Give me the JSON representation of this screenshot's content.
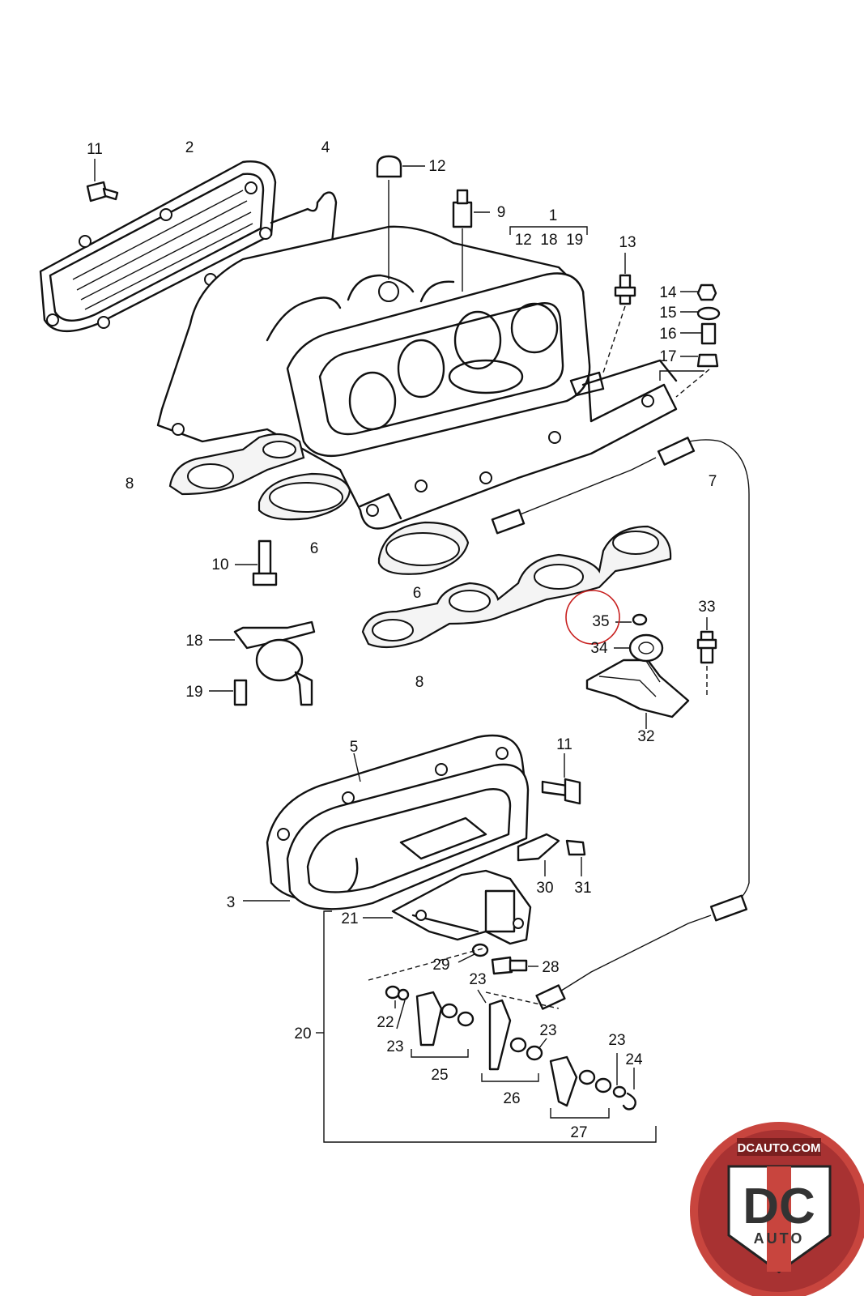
{
  "labels": {
    "l1": "1",
    "l12_18_19": "12  18  19",
    "l2": "2",
    "l3": "3",
    "l4": "4",
    "l5": "5",
    "l6a": "6",
    "l6b": "6",
    "l7": "7",
    "l8a": "8",
    "l8b": "8",
    "l9": "9",
    "l10": "10",
    "l11a": "11",
    "l11b": "11",
    "l12": "12",
    "l13": "13",
    "l14": "14",
    "l15": "15",
    "l16": "16",
    "l17": "17",
    "l18": "18",
    "l19": "19",
    "l20": "20",
    "l21": "21",
    "l22": "22",
    "l23a": "23",
    "l23b": "23",
    "l23c": "23",
    "l23d": "23",
    "l24": "24",
    "l25": "25",
    "l26": "26",
    "l27": "27",
    "l28": "28",
    "l29": "29",
    "l30": "30",
    "l31": "31",
    "l32": "32",
    "l33": "33",
    "l34": "34",
    "l35": "35"
  },
  "logo": {
    "site": "DCAUTO.COM",
    "mark": "DC",
    "word": "AUTO"
  },
  "colors": {
    "highlight": "#c8201f",
    "logo_red": "#a83232",
    "logo_ring": "#c8453e"
  }
}
